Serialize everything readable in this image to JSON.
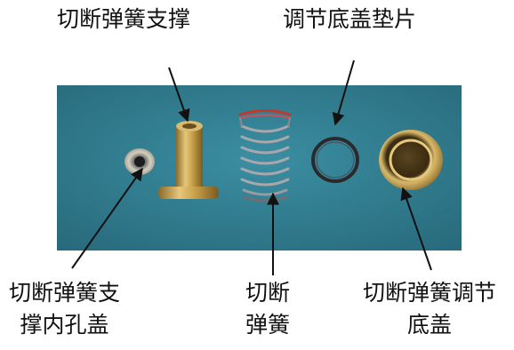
{
  "labels": {
    "spring_support": "切断弹簧支撑",
    "adjust_cap_gasket": "调节底盖垫片",
    "support_inner_cap": [
      "切断弹簧支",
      "撑内孔盖"
    ],
    "cutoff_spring": [
      "切断",
      "弹簧"
    ],
    "adjust_bottom_cap": [
      "切断弹簧调节",
      "底盖"
    ]
  },
  "colors": {
    "background_mat": "#2f7d90",
    "brass": "#c9a24a",
    "spring_steel": "#9a9aa0",
    "spring_end": "#c0392b",
    "gasket": "#2a2a2e"
  }
}
